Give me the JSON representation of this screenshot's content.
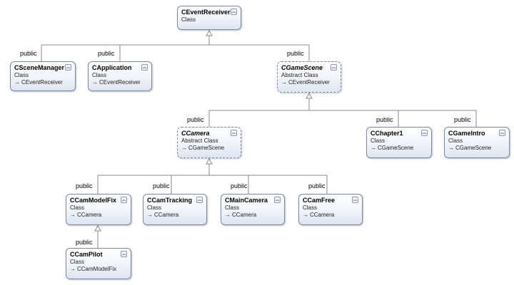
{
  "diagram": {
    "connector_label": "public",
    "collapse_icon": "chevron-double-up-icon",
    "inherit_arrow": "→",
    "classes": [
      {
        "id": "CEventReceiver",
        "name": "CEventReceiver",
        "kind": "Class",
        "base": ""
      },
      {
        "id": "CSceneManager",
        "name": "CSceneManager",
        "kind": "Class",
        "base": "CEventReceiver"
      },
      {
        "id": "CApplication",
        "name": "CApplication",
        "kind": "Class",
        "base": "CEventReceiver"
      },
      {
        "id": "CGameScene",
        "name": "CGameScene",
        "kind": "Abstract Class",
        "base": "CEventReceiver"
      },
      {
        "id": "CCamera",
        "name": "CCamera",
        "kind": "Abstract Class",
        "base": "CGameScene"
      },
      {
        "id": "CChapter1",
        "name": "CChapter1",
        "kind": "Class",
        "base": "CGameScene"
      },
      {
        "id": "CGameIntro",
        "name": "CGameIntro",
        "kind": "Class",
        "base": "CGameScene"
      },
      {
        "id": "CCamModelFix",
        "name": "CCamModelFix",
        "kind": "Class",
        "base": "CCamera"
      },
      {
        "id": "CCamTracking",
        "name": "CCamTracking",
        "kind": "Class",
        "base": "CCamera"
      },
      {
        "id": "CMainCamera",
        "name": "CMainCamera",
        "kind": "Class",
        "base": "CCamera"
      },
      {
        "id": "CCamFree",
        "name": "CCamFree",
        "kind": "Class",
        "base": "CCamera"
      },
      {
        "id": "CCamPilot",
        "name": "CCamPilot",
        "kind": "Class",
        "base": "CCamModelFix"
      }
    ]
  }
}
